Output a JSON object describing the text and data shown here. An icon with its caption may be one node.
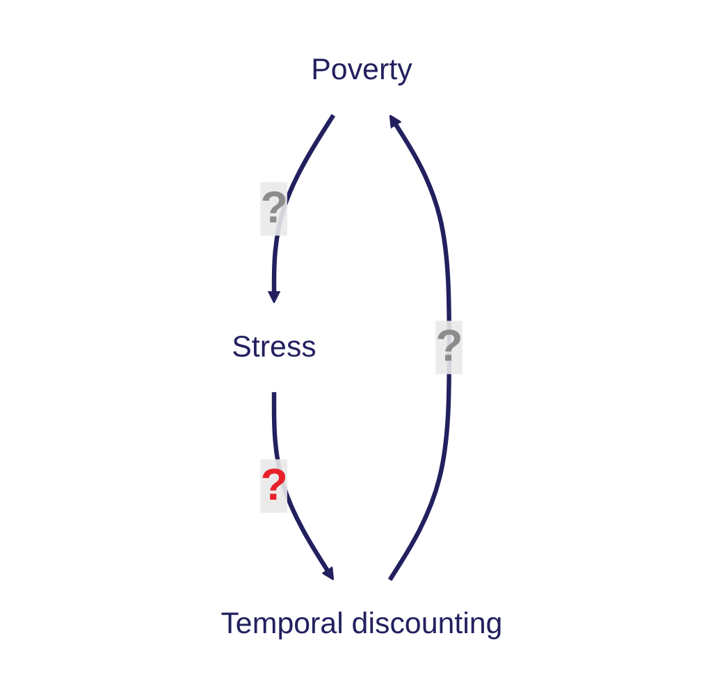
{
  "diagram": {
    "nodes": [
      {
        "text": [
          "Poverty"
        ]
      },
      {
        "text": [
          "Stress"
        ]
      },
      {
        "text": [
          "Temporal discounting"
        ]
      }
    ],
    "edges": [
      {
        "from": 0,
        "to": 1,
        "arrow": "to",
        "label": "?"
      },
      {
        "from": 1,
        "to": 2,
        "arrow": "to",
        "label": "?"
      },
      {
        "from": 2,
        "to": 0,
        "arrow": "to",
        "label": "?"
      }
    ]
  }
}
